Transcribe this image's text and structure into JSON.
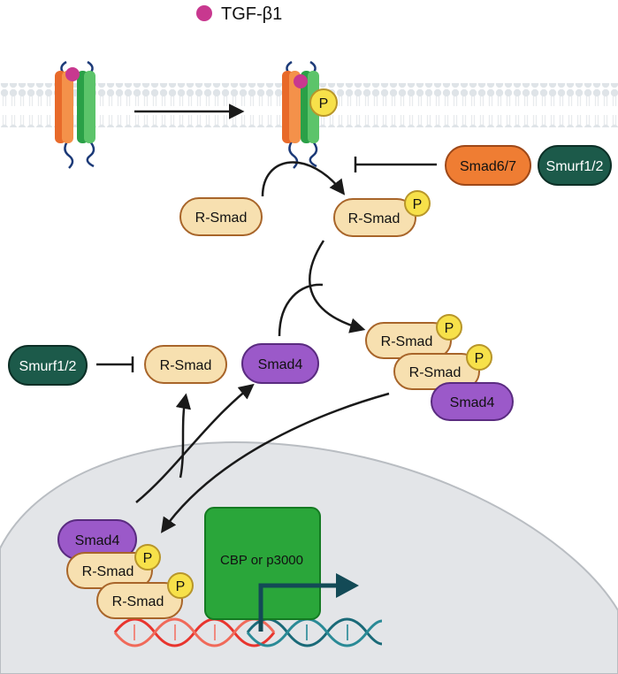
{
  "legend": {
    "label": "TGF-β1"
  },
  "labels": {
    "r_smad": "R-Smad",
    "smad4": "Smad4",
    "smad67": "Smad6/7",
    "smurf12": "Smurf1/2",
    "phospho": "P",
    "coactivator": "CBP or p3000"
  },
  "colors": {
    "ligand": "#c8388f",
    "r_smad_fill": "#f7e0b0",
    "r_smad_stroke": "#a8652a",
    "smad4_fill": "#9b59c9",
    "smad4_stroke": "#5a2b80",
    "smad67_fill": "#ef7d33",
    "smurf_fill": "#1c5a4a",
    "phospho_fill": "#f7e14a",
    "phospho_stroke": "#b8962a",
    "nucleus": "#e3e5e8",
    "coactivator": "#2aa63a",
    "membrane": "#dfe4e8",
    "dna_red": "#e8352e",
    "dna_teal": "#1a6a78",
    "arrow": "#1a1a1a"
  }
}
